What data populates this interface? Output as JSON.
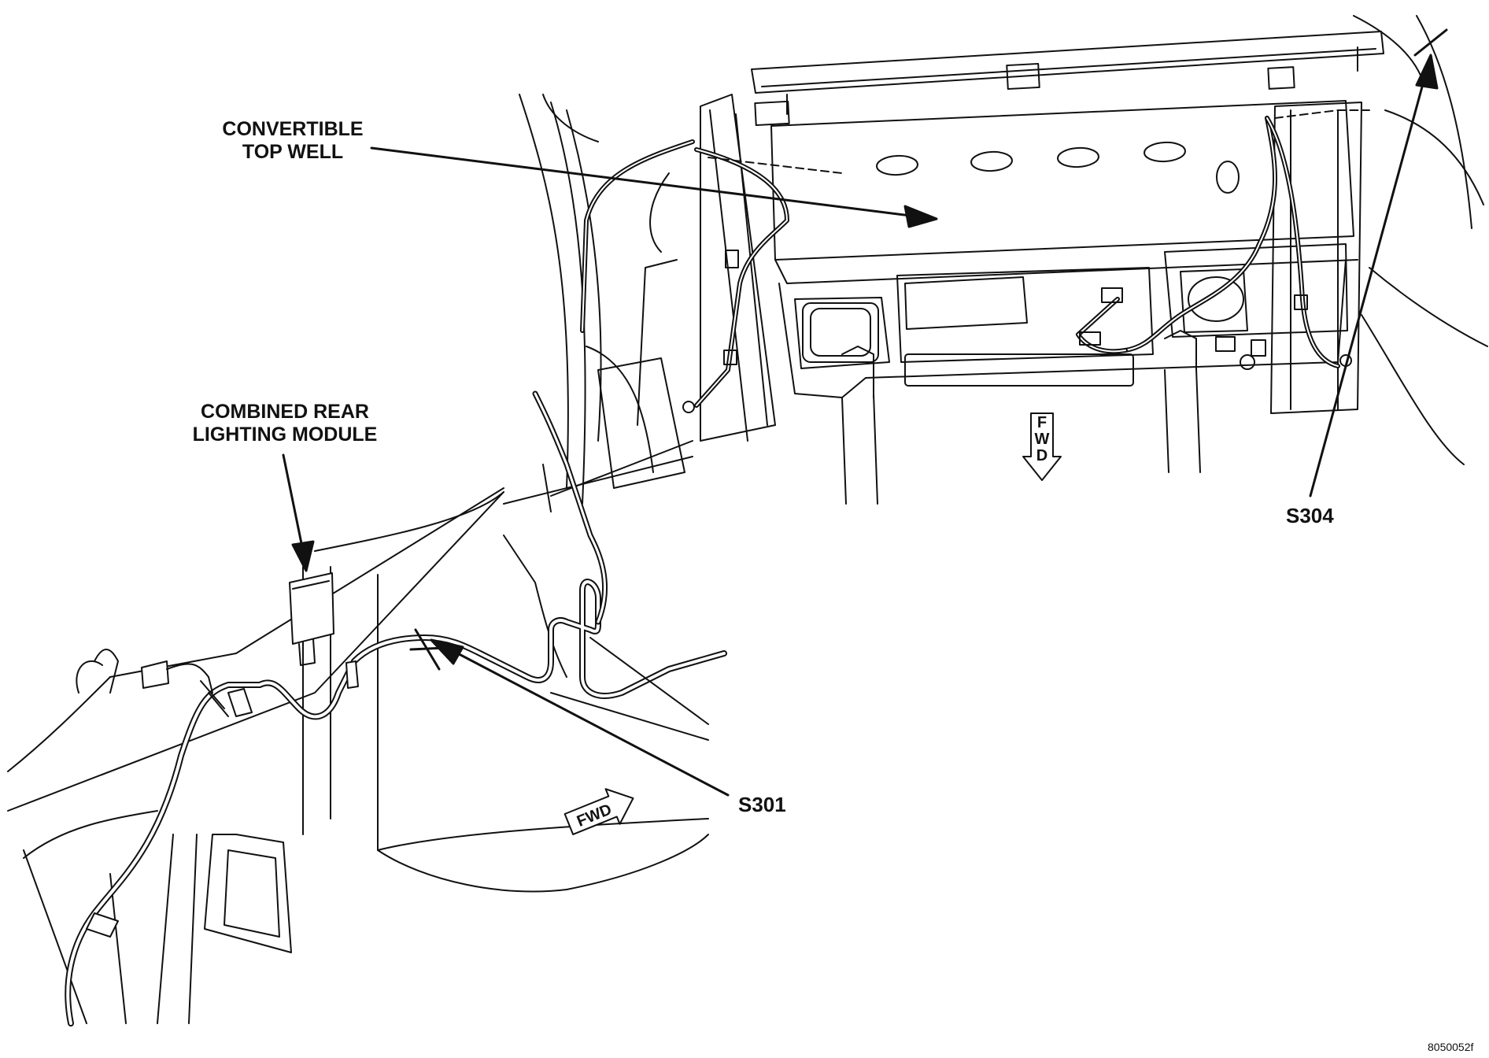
{
  "labels": {
    "convertible_top_well": [
      "CONVERTIBLE",
      "TOP WELL"
    ],
    "combined_rear_lighting_module": [
      "COMBINED REAR",
      "LIGHTING MODULE"
    ],
    "splice_s301": "S301",
    "splice_s304": "S304",
    "figure_id": "8050052f"
  },
  "direction_indicators": {
    "forward_vertical": [
      "F",
      "W",
      "D"
    ],
    "forward_angled": "FWD"
  },
  "colors": {
    "line": "#111111",
    "background": "#ffffff"
  }
}
